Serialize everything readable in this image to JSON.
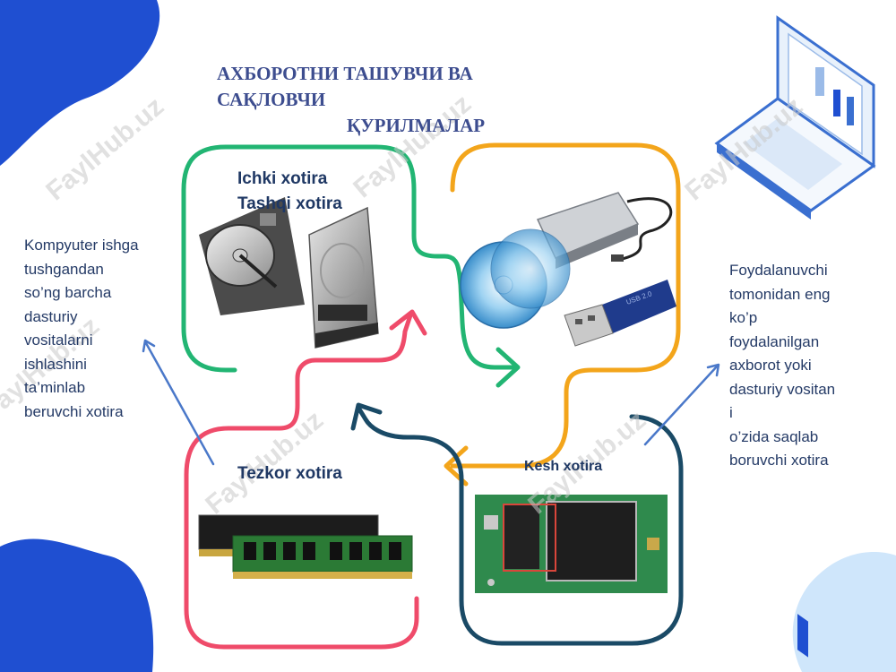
{
  "title": {
    "line1": "АХБОРОТНИ ТАШУВЧИ ВА",
    "line2": "САҚЛОВЧИ",
    "line3": "ҚУРИЛМАЛАР"
  },
  "nodes": {
    "internal": "Ichki xotira",
    "external": "Tashqi xotira",
    "ram": "Tezkor xotira",
    "cache": "Kesh xotira"
  },
  "notes": {
    "left": [
      "Kompyuter ishga",
      "tushgandan",
      "so’ng barcha",
      "dasturiy",
      "vositalarni",
      "ishlashini",
      "ta’minlab",
      "beruvchi xotira"
    ],
    "right": [
      "Foydalanuvchi",
      "tomonidan eng",
      "ko’p",
      "foydalanilgan",
      "axborot yoki",
      "dasturiy vositan",
      "i",
      "o’zida saqlab",
      "boruvchi xotira"
    ]
  },
  "watermark": "FaylHub.uz",
  "chip_label": "USB 2.0",
  "colors": {
    "green": "#22b573",
    "orange": "#f3a51b",
    "red": "#ef4b6a",
    "navy": "#1a4a66",
    "blob": "#1f4fd1",
    "arrow_blue": "#4a78c9"
  }
}
